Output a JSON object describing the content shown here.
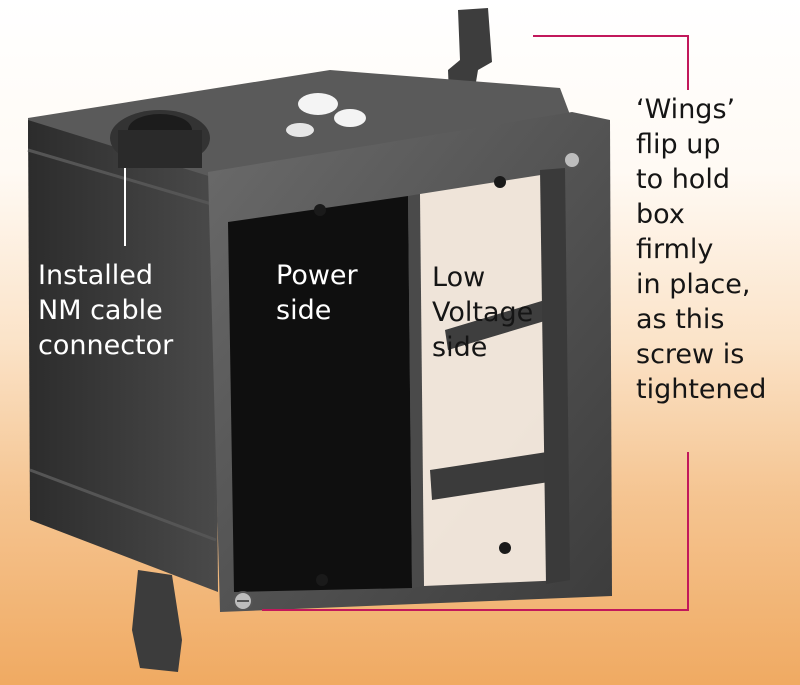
{
  "callouts": {
    "connector": "Installed\nNM cable\nconnector",
    "power_side": "Power\nside",
    "low_voltage_side": "Low\nVoltage\nside",
    "wings": "‘Wings’\nflip up\nto hold\nbox\nfirmly\nin place,\nas this\nscrew is\ntightened"
  },
  "colors": {
    "leader_line": "#c2185b",
    "box_plastic": "#3a3a3a",
    "background_bottom": "#f0aa62"
  }
}
